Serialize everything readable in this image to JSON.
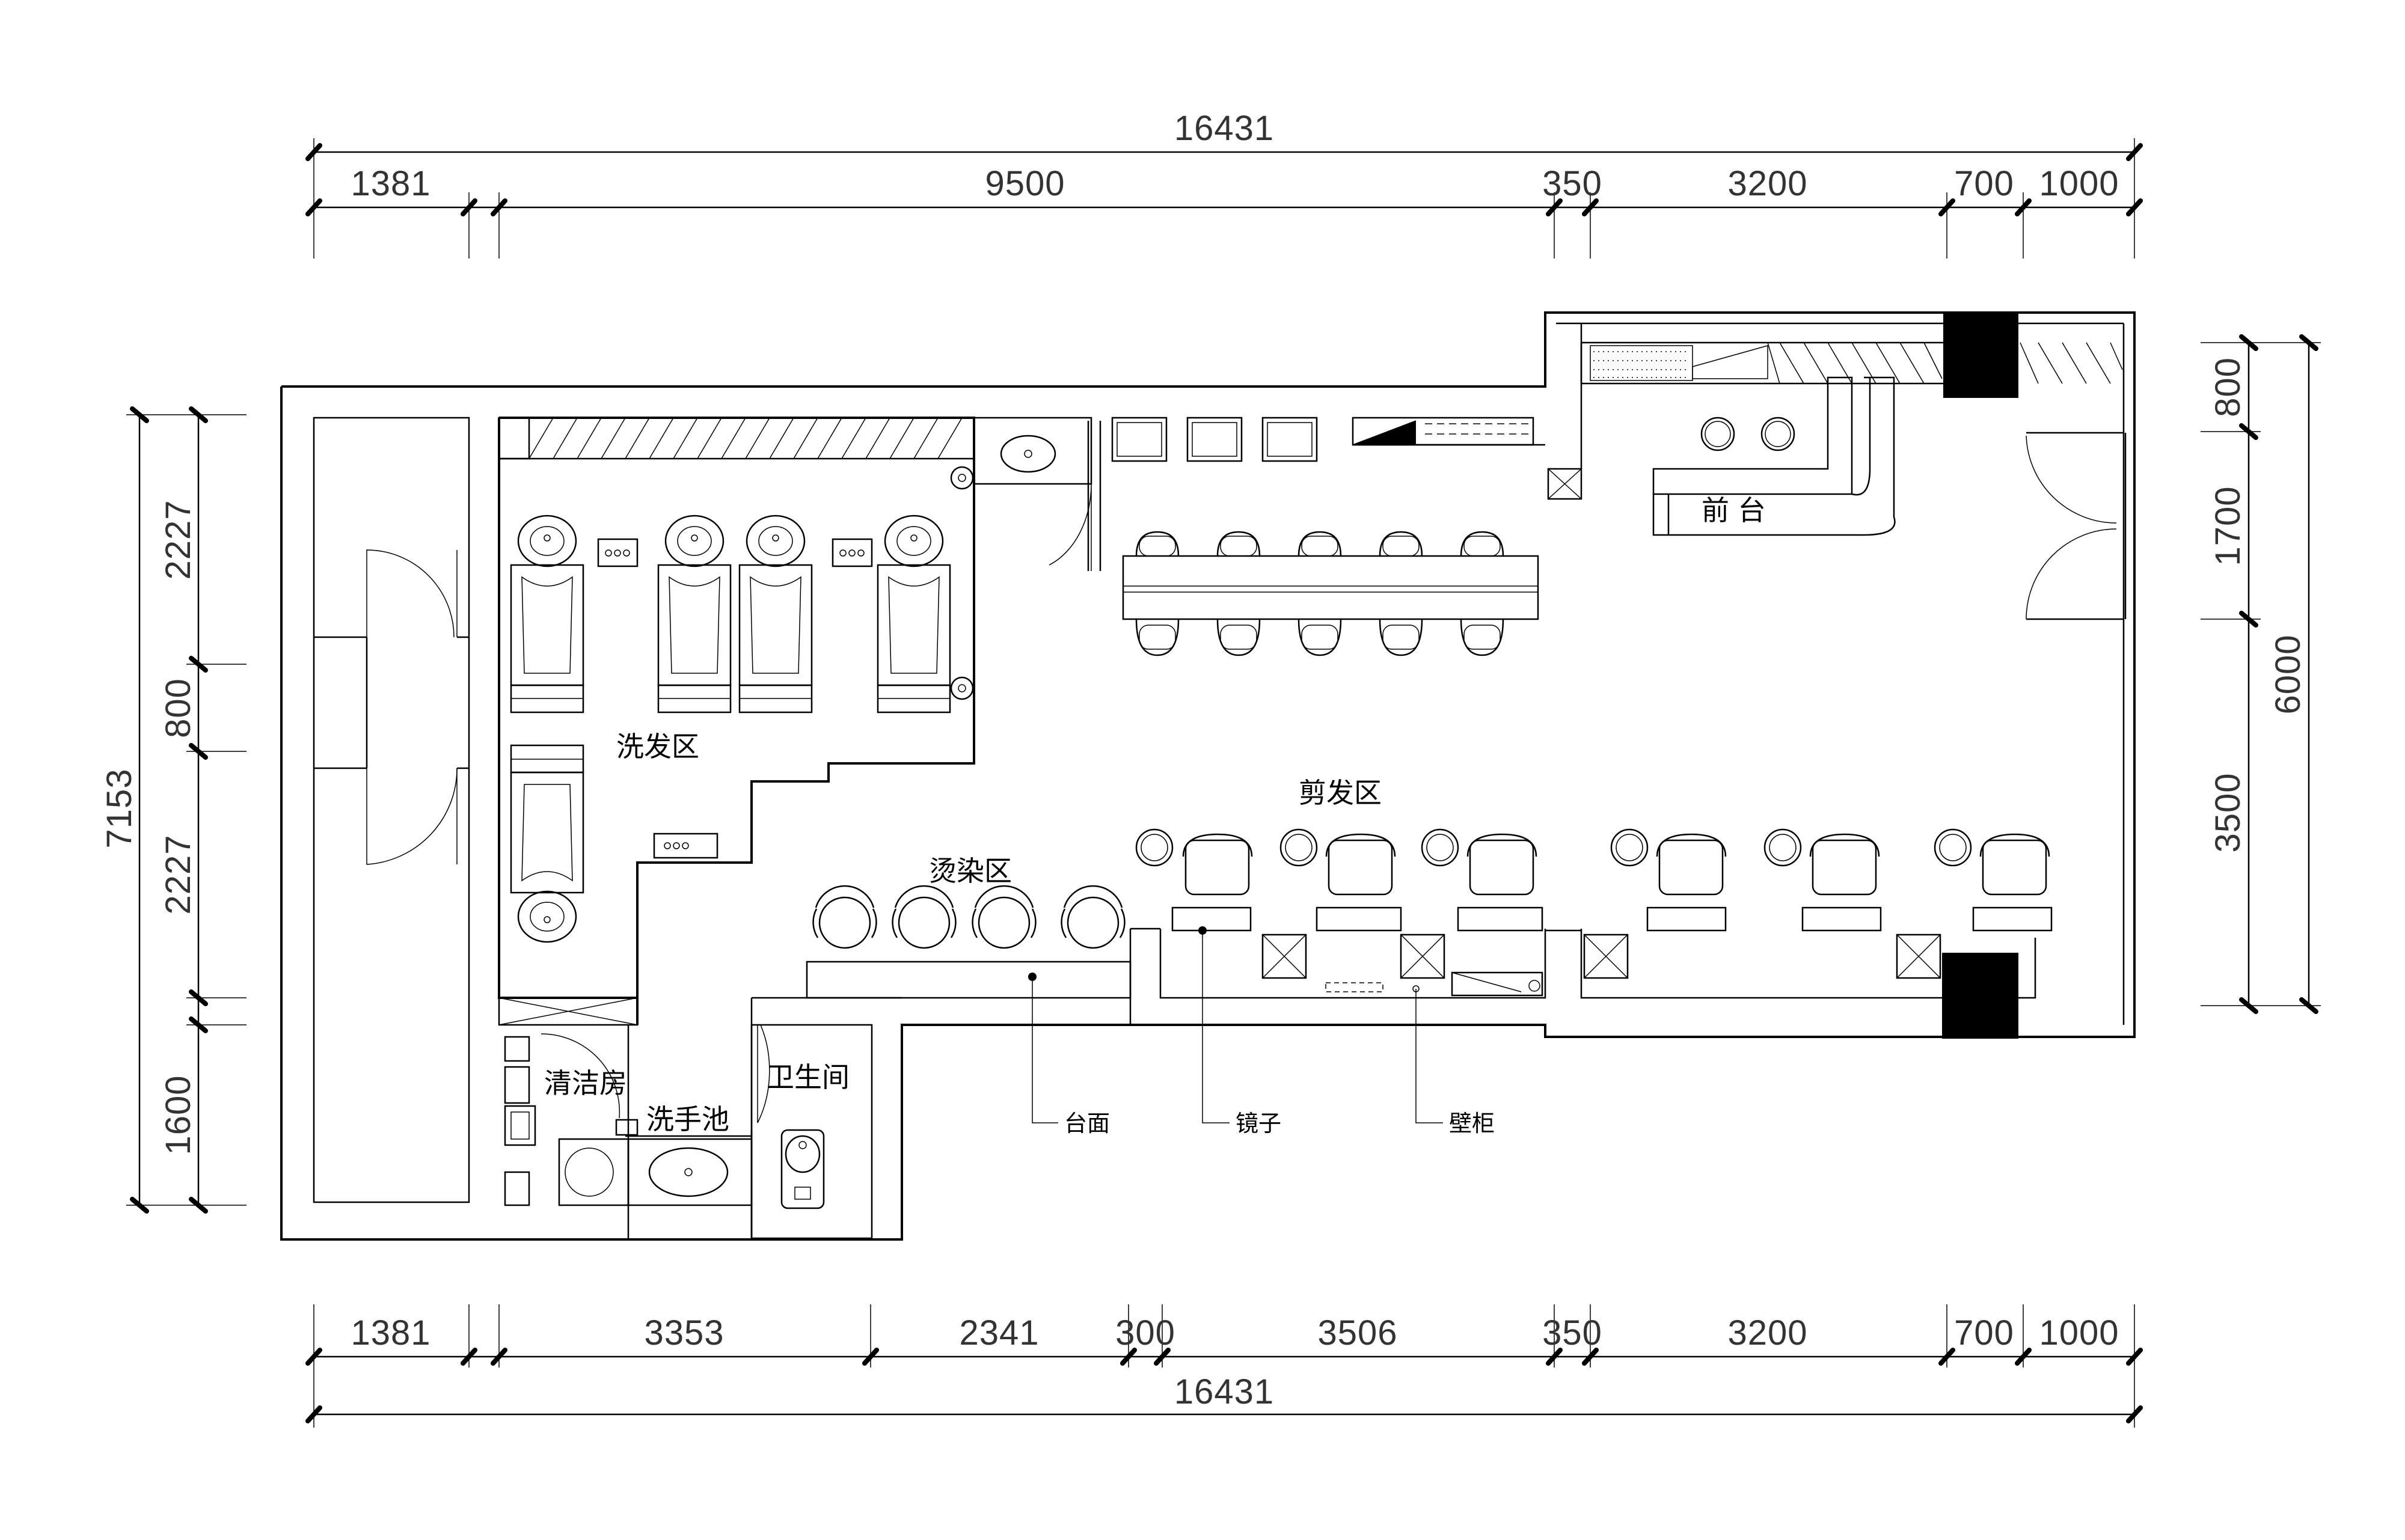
{
  "dimensions": {
    "top_total": "16431",
    "top_segments": [
      "1381",
      "9500",
      "350",
      "3200",
      "700",
      "1000"
    ],
    "bottom_segments": [
      "1381",
      "3353",
      "2341",
      "300",
      "3506",
      "350",
      "3200",
      "700",
      "1000"
    ],
    "bottom_total": "16431",
    "left_total": "7153",
    "left_segments": [
      "2227",
      "800",
      "2227",
      "1600"
    ],
    "right_segments": [
      "800",
      "1700",
      "3500"
    ],
    "right_total": "6000"
  },
  "zones": {
    "wash": "洗发区",
    "cut": "剪发区",
    "perm": "烫染区",
    "reception": "前 台",
    "cleaning": "清洁房",
    "handwash": "洗手池",
    "toilet": "卫生间"
  },
  "callouts": {
    "counter": "台面",
    "mirror": "镜子",
    "cabinet": "壁柜"
  }
}
